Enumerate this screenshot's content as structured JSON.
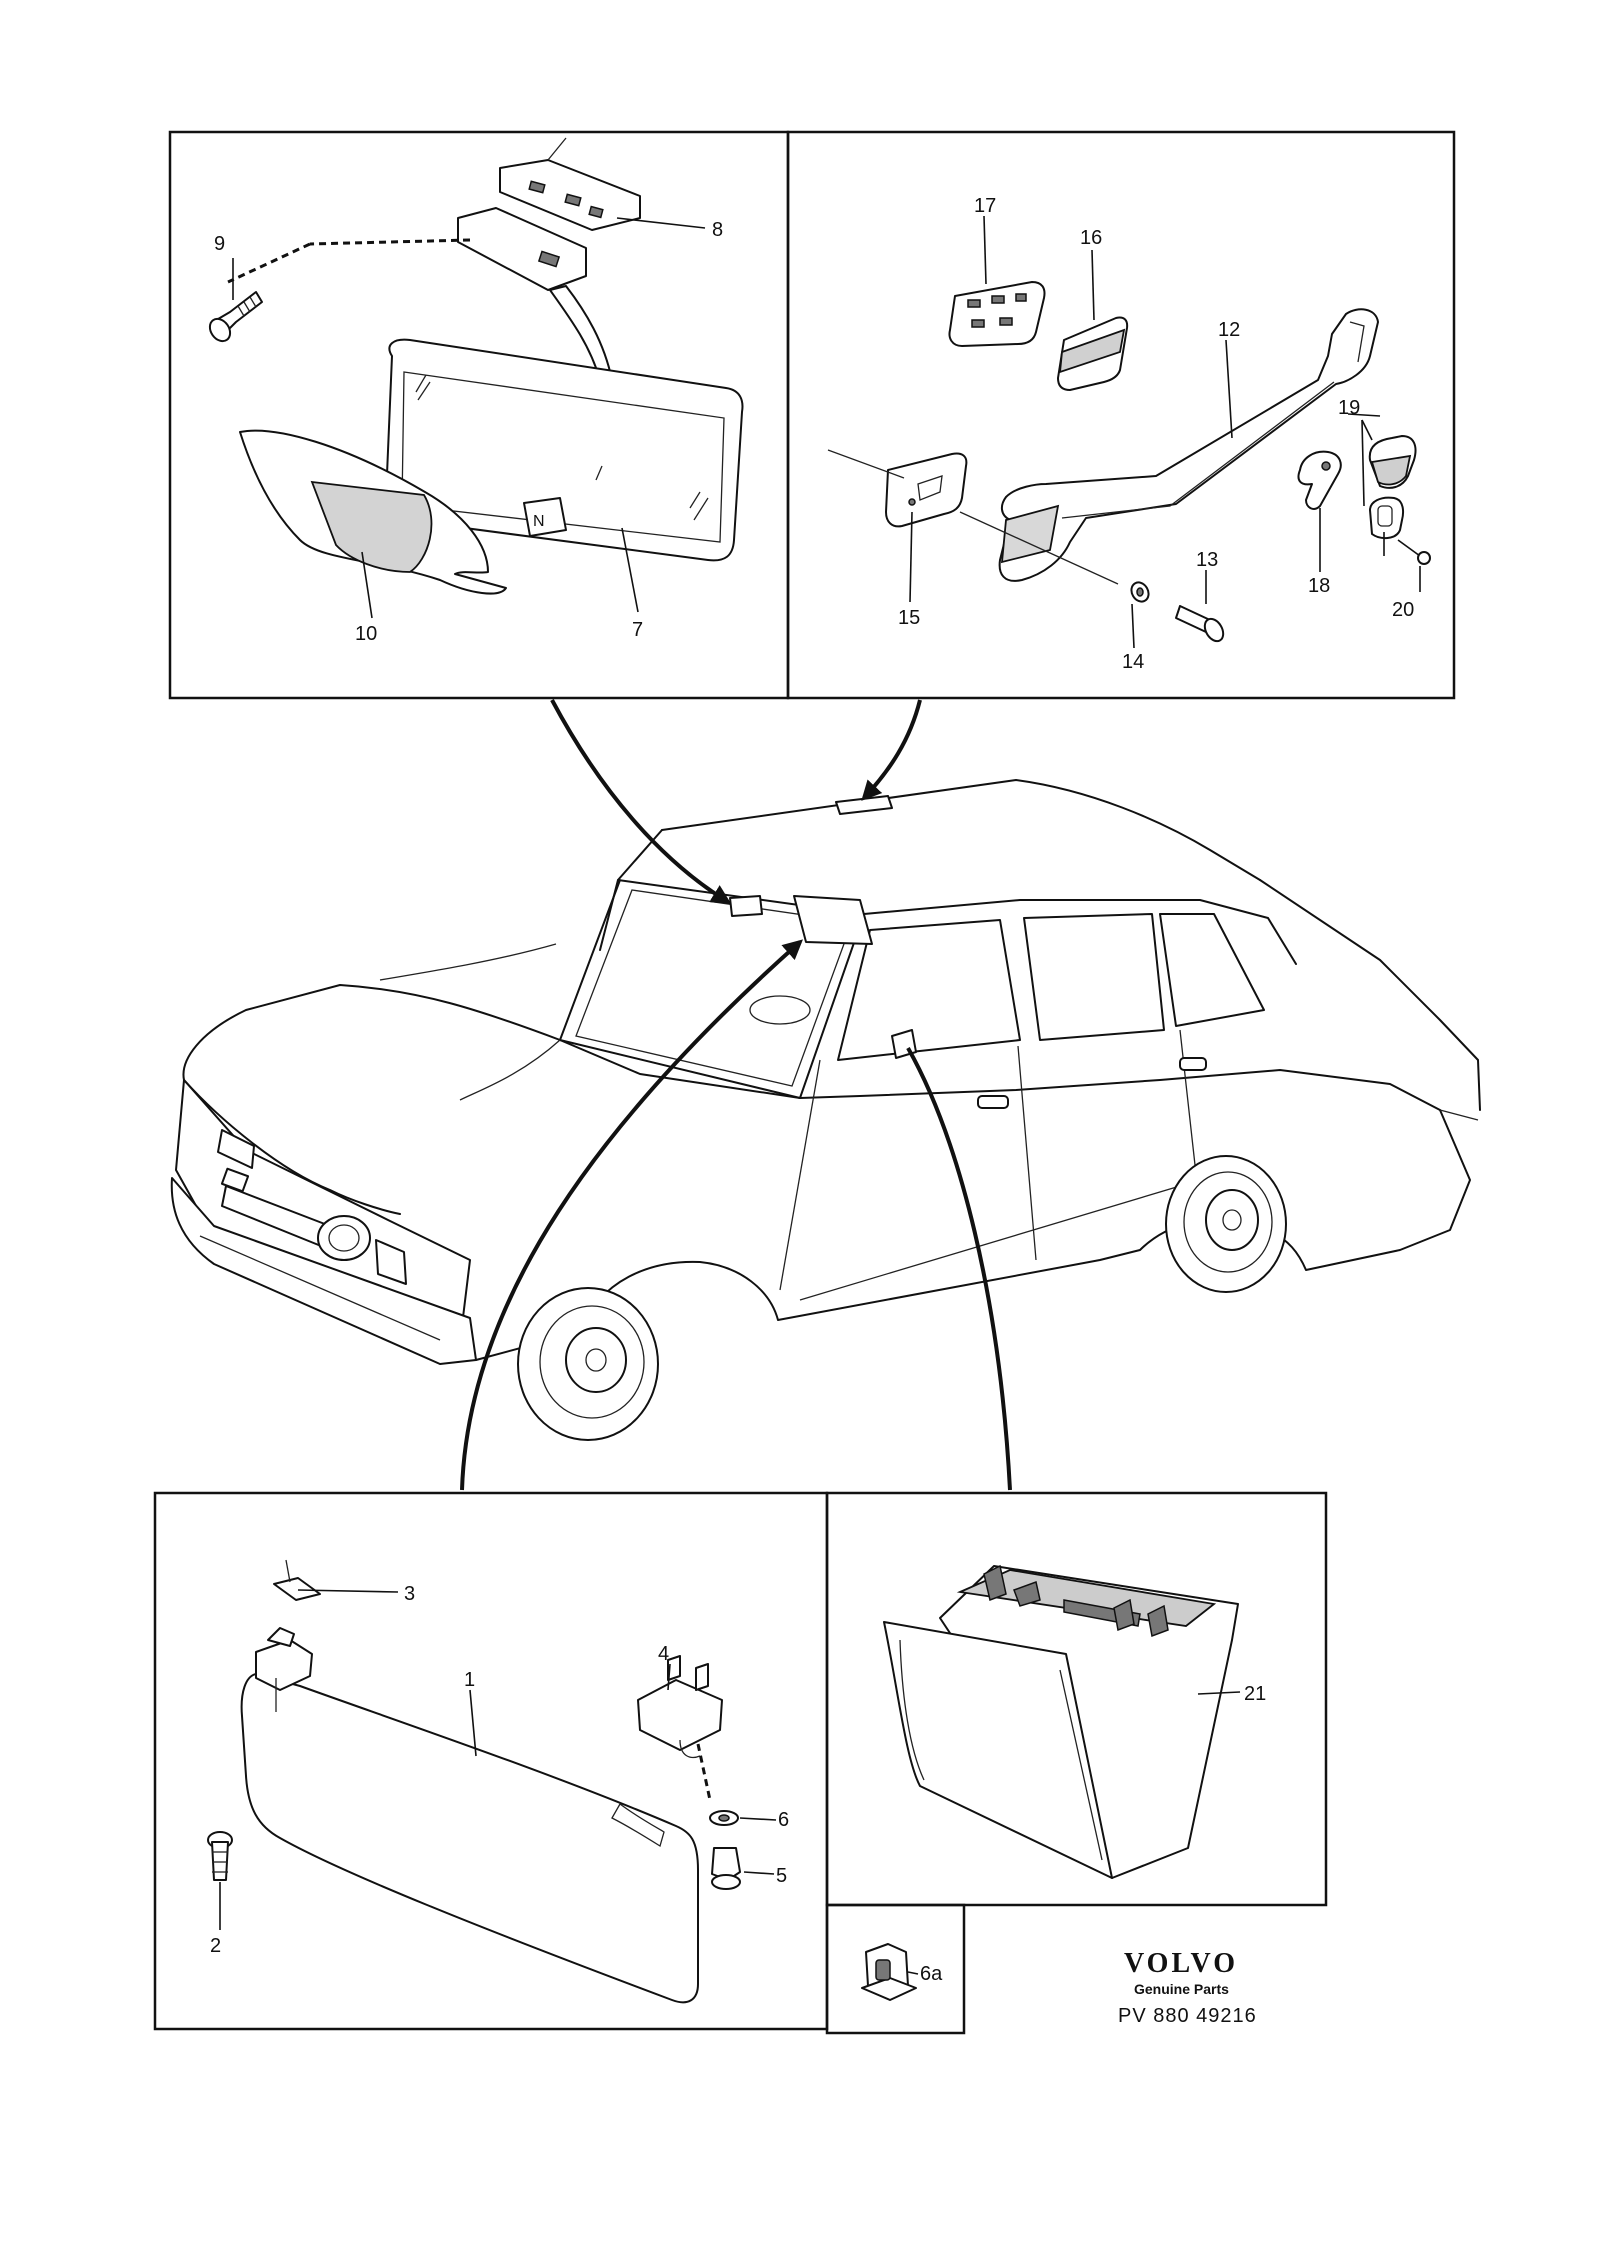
{
  "diagram": {
    "callouts": {
      "c1": "1",
      "c2": "2",
      "c3": "3",
      "c4": "4",
      "c5": "5",
      "c6": "6",
      "c6a": "6a",
      "c7": "7",
      "c8": "8",
      "c9": "9",
      "c10": "10",
      "c12": "12",
      "c13": "13",
      "c14": "14",
      "c15": "15",
      "c16": "16",
      "c17": "17",
      "c18": "18",
      "c19": "19",
      "c20": "20",
      "c21": "21"
    },
    "mirror_letter": "N"
  },
  "brand": {
    "logo": "VOLVO",
    "subtitle": "Genuine Parts",
    "part_number": "PV 880 49216"
  }
}
